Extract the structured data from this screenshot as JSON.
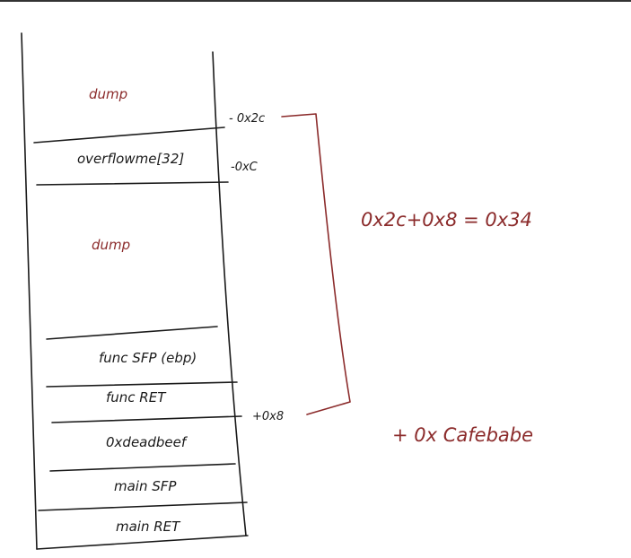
{
  "stack": {
    "slots": [
      {
        "label": "dump"
      },
      {
        "label": "overflowme[32]"
      },
      {
        "label": "dump"
      },
      {
        "label": "func SFP (ebp)"
      },
      {
        "label": "func RET"
      },
      {
        "label": "0xdeadbeef"
      },
      {
        "label": "main SFP"
      },
      {
        "label": "main RET"
      }
    ]
  },
  "offsets": {
    "minus_0x2c": "- 0x2c",
    "minus_0xc": "-0xC",
    "plus_0x8": "+0x8"
  },
  "annotations": {
    "sum": "0x2c+0x8 = 0x34",
    "cafebabe": "+ 0x Cafebabe"
  },
  "colors": {
    "ink": "#1a1a1a",
    "red_ink": "#8b2b2b",
    "top_rule": "#333333"
  }
}
